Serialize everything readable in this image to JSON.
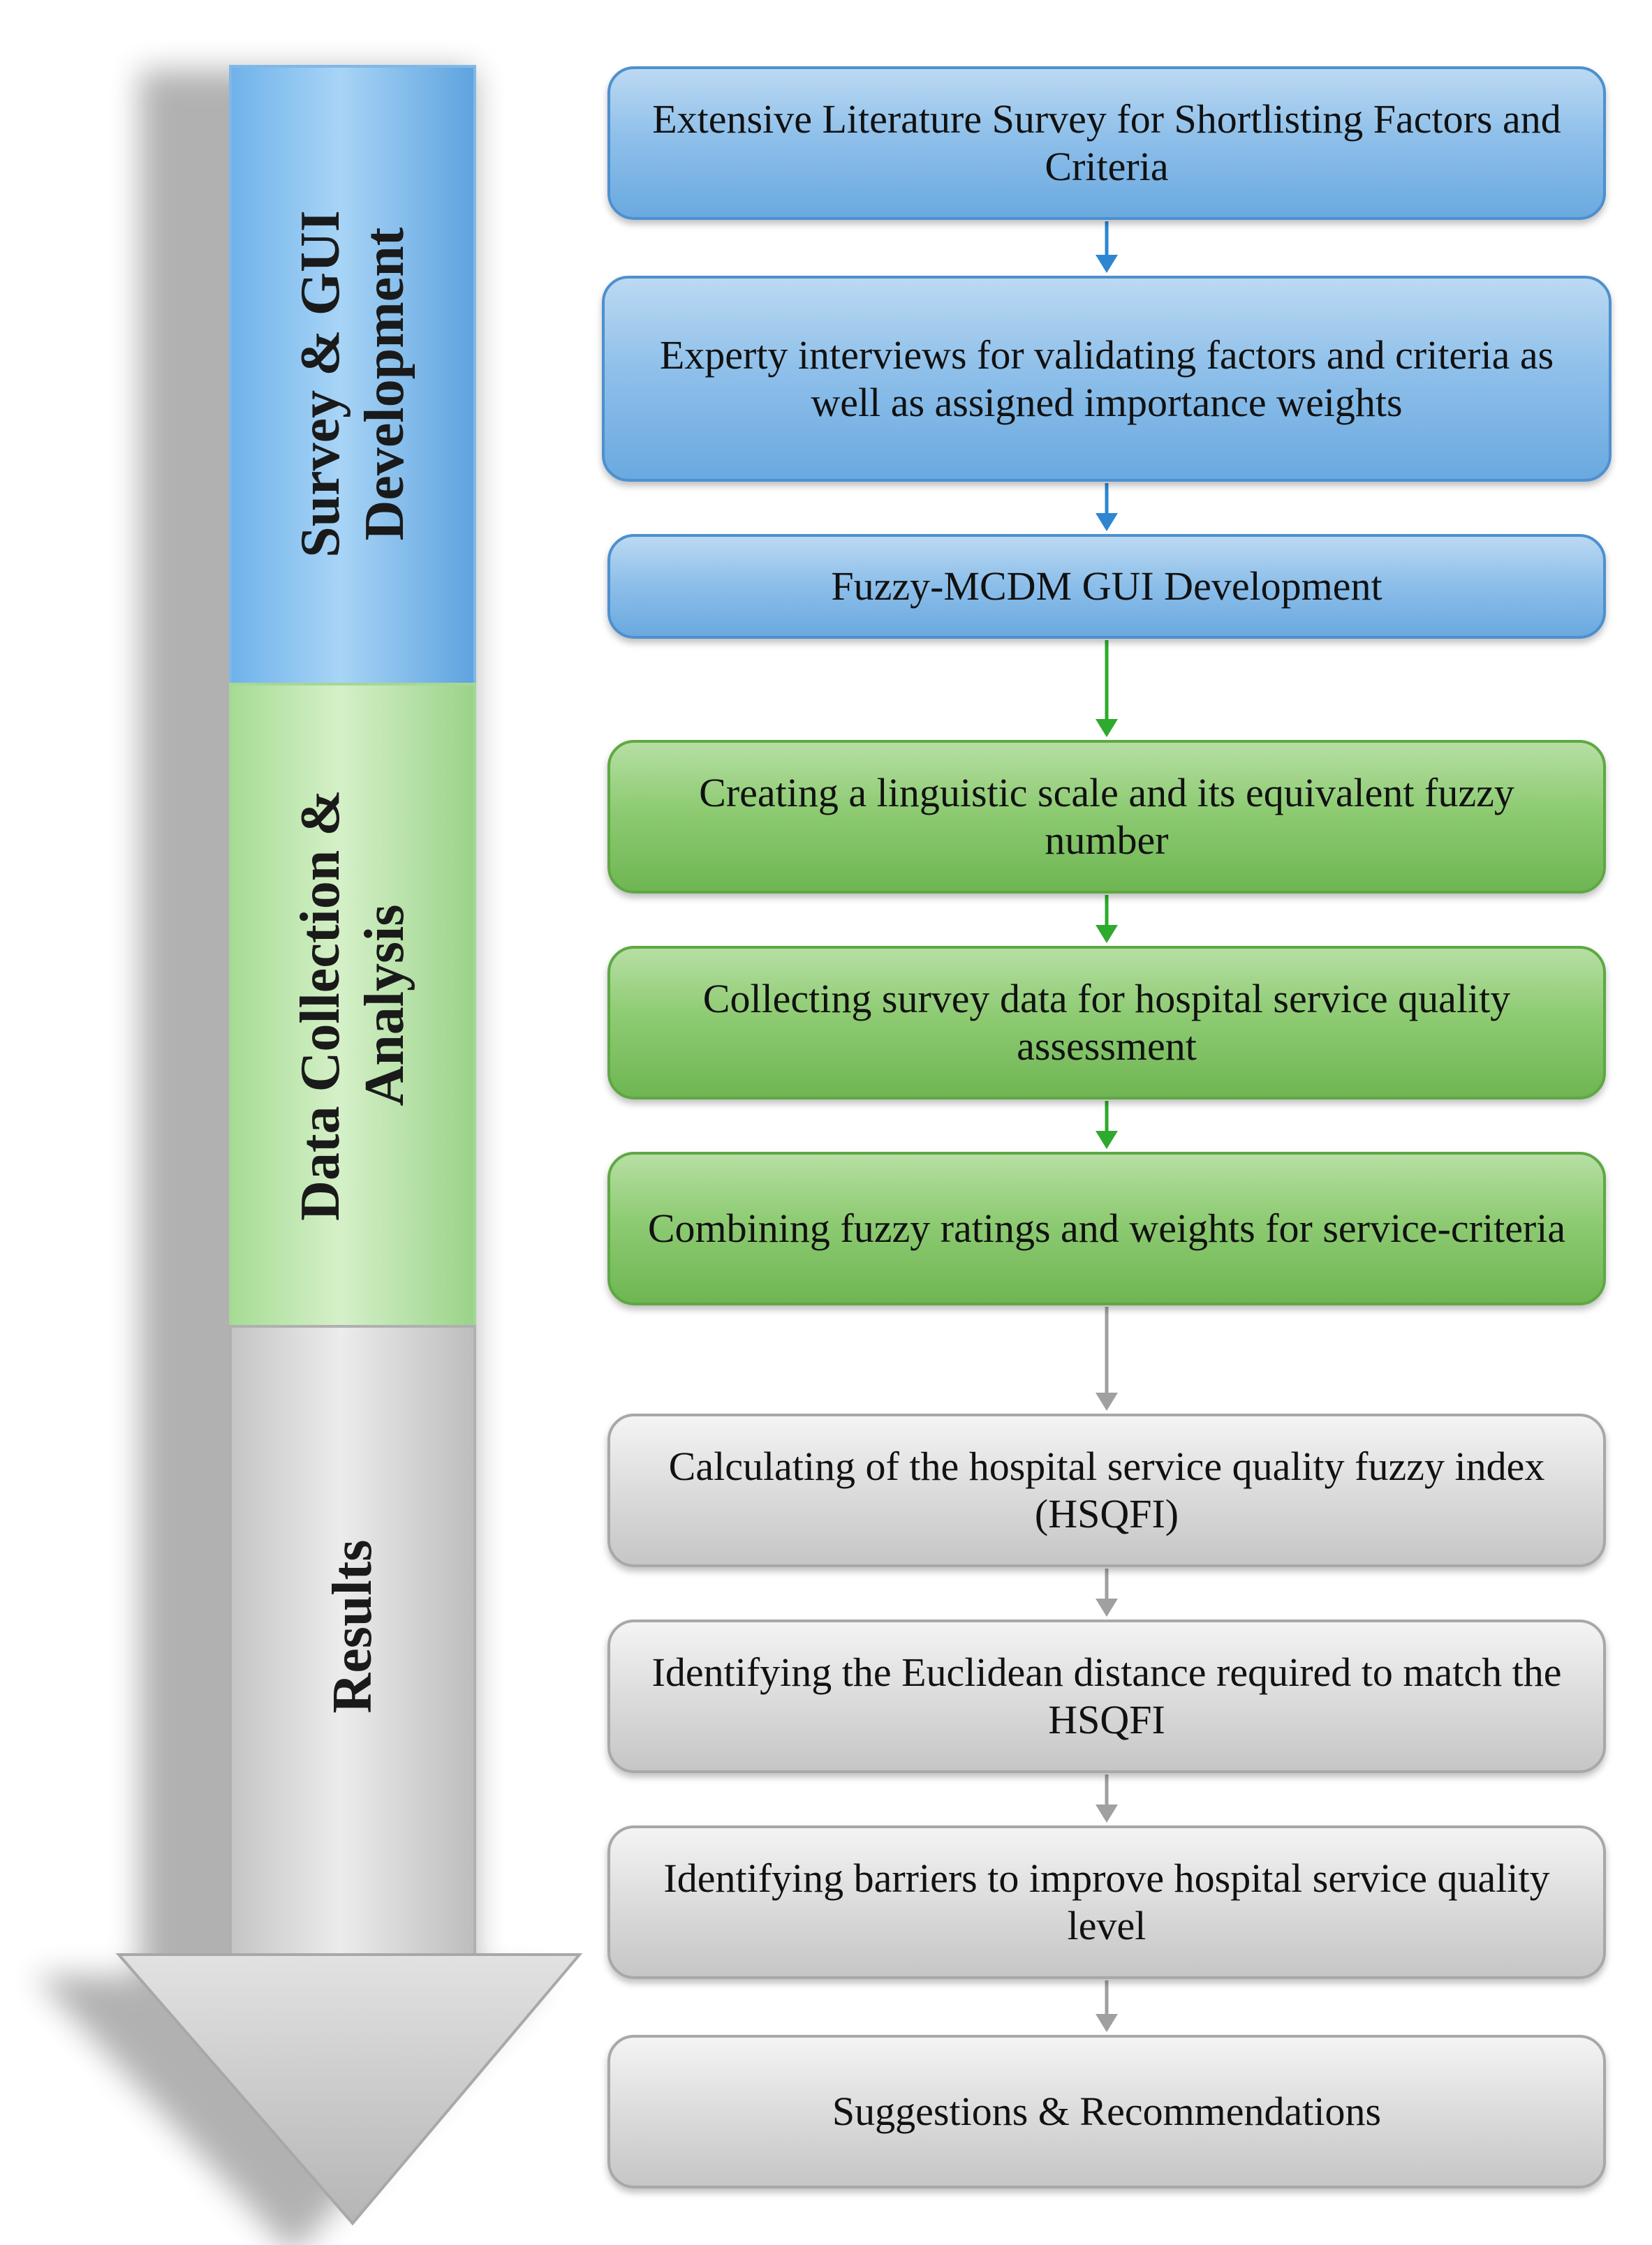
{
  "phases": [
    {
      "label": "Survey & GUI\nDevelopment",
      "color": "#9fcdf0"
    },
    {
      "label": "Data Collection &\nAnalysis",
      "color": "#bfe6b0"
    },
    {
      "label": "Results",
      "color": "#dcdcdc"
    }
  ],
  "steps": [
    {
      "text": "Extensive Literature Survey for Shortlisting Factors and Criteria",
      "phase": "blue"
    },
    {
      "text": "Experty interviews for validating factors and criteria as well as assigned importance weights",
      "phase": "blue"
    },
    {
      "text": "Fuzzy-MCDM GUI Development",
      "phase": "blue"
    },
    {
      "text": "Creating a linguistic scale and its equivalent fuzzy number",
      "phase": "green"
    },
    {
      "text": "Collecting survey data for hospital service quality assessment",
      "phase": "green"
    },
    {
      "text": "Combining fuzzy ratings and weights for service-criteria",
      "phase": "green"
    },
    {
      "text": "Calculating of the hospital service quality fuzzy index (HSQFI)",
      "phase": "gray"
    },
    {
      "text": "Identifying the Euclidean distance required to match the HSQFI",
      "phase": "gray"
    },
    {
      "text": "Identifying barriers to improve hospital service quality level",
      "phase": "gray"
    },
    {
      "text": "Suggestions & Recommendations",
      "phase": "gray"
    }
  ],
  "colors": {
    "blue_connector": "#2e86d1",
    "green_connector": "#2eaa2e",
    "gray_connector": "#a0a0a0"
  }
}
